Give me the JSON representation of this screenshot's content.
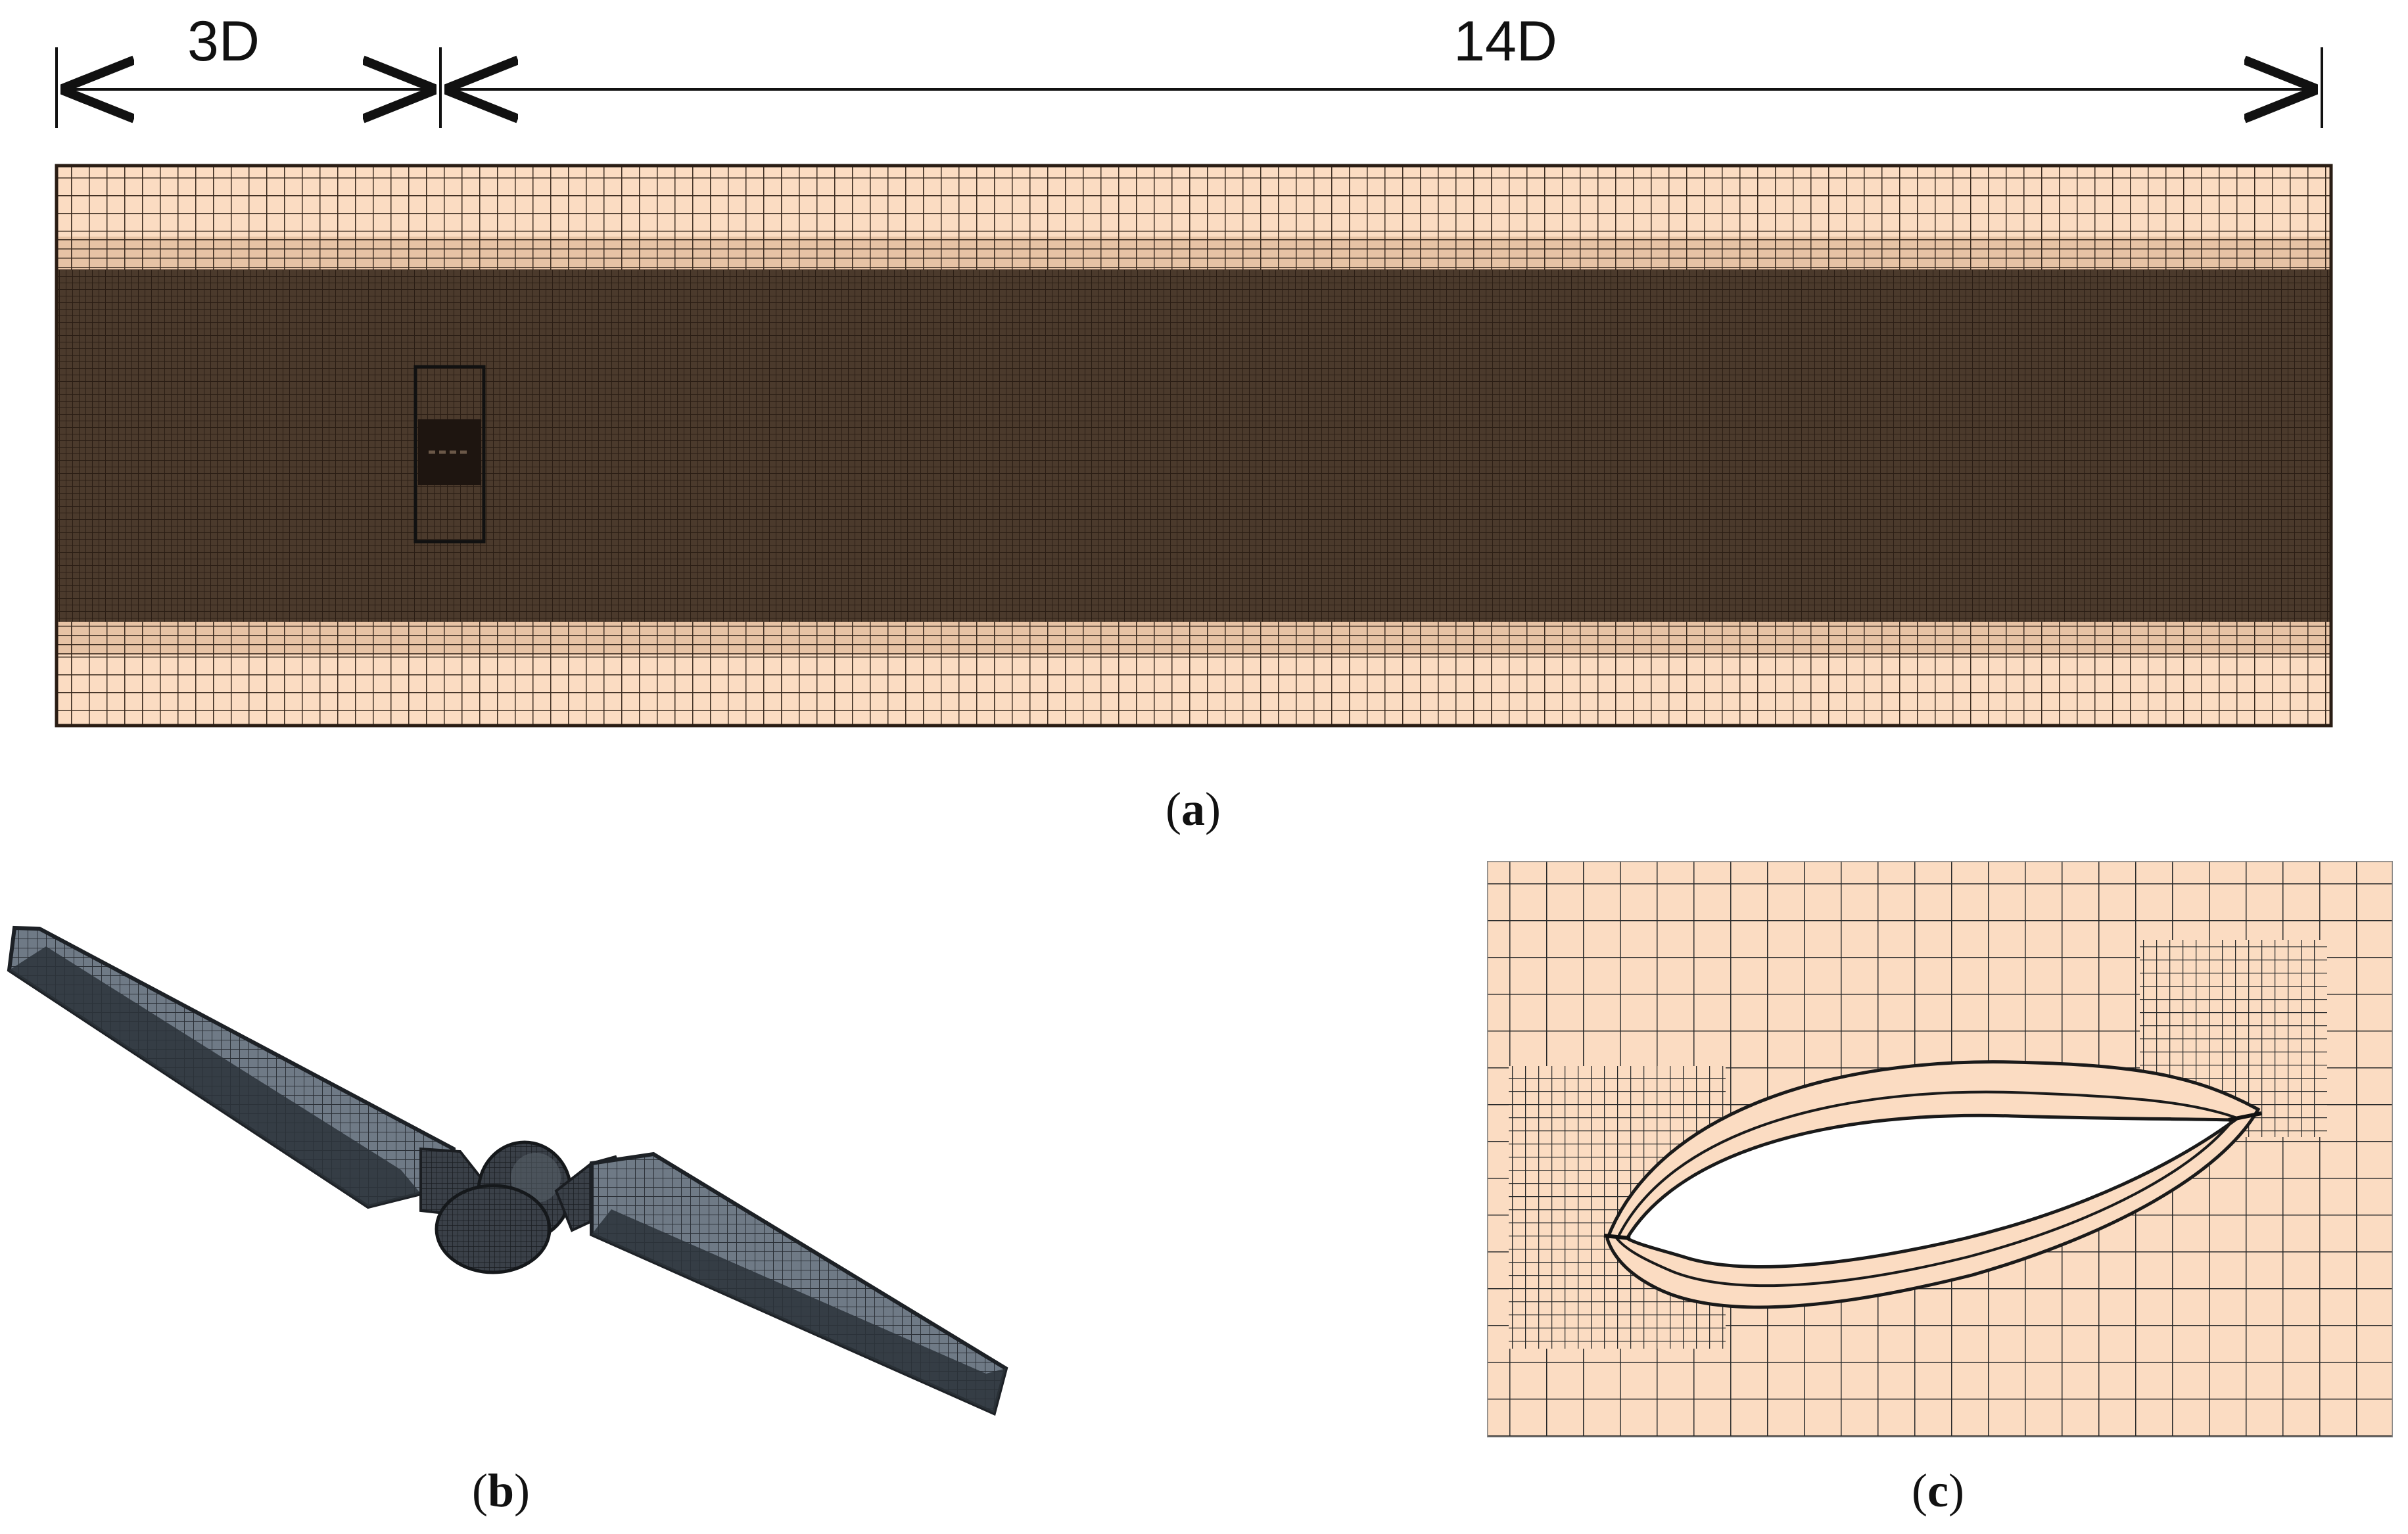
{
  "dimensions": {
    "upstream_label": "3D",
    "downstream_label": "14D"
  },
  "captions": {
    "a": "a",
    "b": "b",
    "c": "c"
  },
  "colors": {
    "mesh_background": "#fbdcc2",
    "mesh_line": "#3a2a1e",
    "dense_region": "#4b3a2c",
    "blade_fill": "#5a6470",
    "blade_dark": "#23282e"
  }
}
